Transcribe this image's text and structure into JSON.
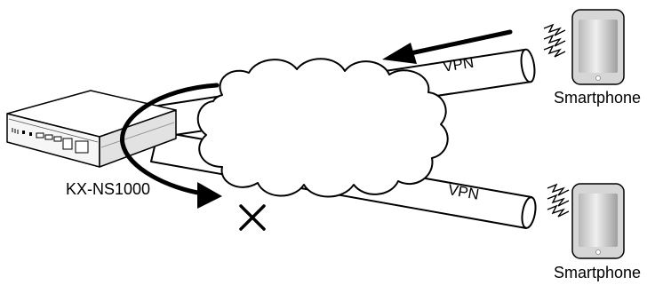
{
  "pbx": {
    "label": "KX-NS1000"
  },
  "tunnels": [
    {
      "label": "VPN"
    },
    {
      "label": "VPN"
    }
  ],
  "devices": [
    {
      "label": "Smartphone"
    },
    {
      "label": "Smartphone"
    }
  ],
  "icons": {
    "blocked": "cross-mark-icon",
    "wireless": "lightning-signal-icon",
    "network": "cloud-icon",
    "flow": "arrow-icon"
  },
  "colors": {
    "line": "#000000",
    "fill": "#ffffff"
  }
}
